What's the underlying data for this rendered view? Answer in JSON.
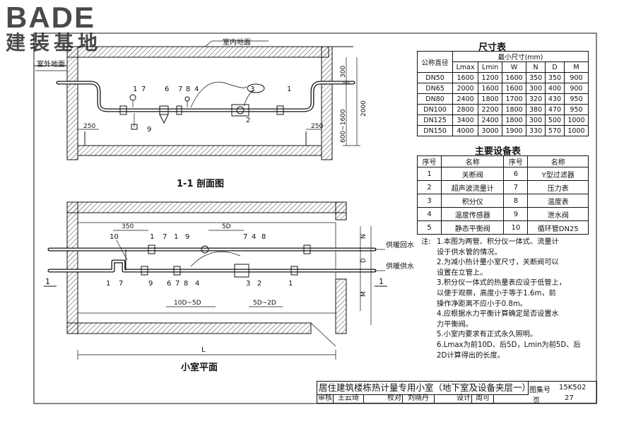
{
  "logo": {
    "brand": "BADE",
    "subtitle": "建装基地"
  },
  "section": {
    "title": "1-1 剖面图",
    "indoor_floor": "室内地面",
    "outdoor_floor": "室外地面",
    "dim_250_left": "250",
    "dim_250_right": "250",
    "dim_300": "300",
    "dim_600_1600": "600~1600",
    "dim_2000": "2000",
    "callouts": [
      "1",
      "7",
      "6",
      "7",
      "8",
      "4",
      "3",
      "1",
      "2",
      "9"
    ]
  },
  "plan": {
    "title": "小室平面",
    "return_label": "供暖回水",
    "supply_label": "供暖供水",
    "dim_350": "350",
    "dim_5D": "5D",
    "dim_10D_5D": "10D~5D",
    "dim_5D_2D": "5D~2D",
    "dim_L": "L",
    "dim_N": "N",
    "dim_D": "D",
    "dim_M": "M",
    "section_mark": "1",
    "callouts_top": [
      "10",
      "1",
      "7",
      "1",
      "9",
      "7",
      "4",
      "8"
    ],
    "callouts_bottom": [
      "1",
      "7",
      "9",
      "6",
      "7",
      "8",
      "4",
      "3",
      "2",
      "1"
    ]
  },
  "size_table": {
    "title": "尺寸表",
    "corner": "公称直径",
    "group_header": "最小尺寸(mm)",
    "columns": [
      "Lmax",
      "Lmin",
      "W",
      "N",
      "D",
      "M"
    ],
    "rows": [
      [
        "DN50",
        "1600",
        "1200",
        "1600",
        "350",
        "350",
        "900"
      ],
      [
        "DN65",
        "2000",
        "1600",
        "1600",
        "300",
        "400",
        "900"
      ],
      [
        "DN80",
        "2400",
        "1800",
        "1700",
        "320",
        "430",
        "950"
      ],
      [
        "DN100",
        "2800",
        "2200",
        "1800",
        "380",
        "470",
        "950"
      ],
      [
        "DN125",
        "3400",
        "2400",
        "1800",
        "300",
        "500",
        "1000"
      ],
      [
        "DN150",
        "4000",
        "3000",
        "1900",
        "330",
        "570",
        "1000"
      ]
    ]
  },
  "equipment_table": {
    "title": "主要设备表",
    "headers": [
      "序号",
      "名称",
      "序号",
      "名称"
    ],
    "rows": [
      [
        "1",
        "关断阀",
        "6",
        "Y型过滤器"
      ],
      [
        "2",
        "超声波流量计",
        "7",
        "压力表"
      ],
      [
        "3",
        "积分仪",
        "8",
        "温度表"
      ],
      [
        "4",
        "温度传感器",
        "9",
        "泄水阀"
      ],
      [
        "5",
        "静态平衡阀",
        "10",
        "循环管DN25"
      ]
    ]
  },
  "notes": {
    "label": "注:",
    "lines": [
      "1.本图为两管、积分仪一体式、流量计",
      "  设于供水管的情况。",
      "2.为减小热计量小室尺寸，关断阀可以",
      "  设置在立管上。",
      "3.积分仪一体式的热量表应设于低管上，",
      "  以便于观察，高度小于等于1.6m，前",
      "  操作净距离不应小于0.8m。",
      "4.应根据水力平衡计算确定是否设置水",
      "  力平衡阀。",
      "5.小室内要求有正式永久照明。",
      "6.Lmax为前10D、后5D，Lmin为前5D、后",
      "  2D计算得出的长度。"
    ]
  },
  "title_block": {
    "title": "居住建筑楼栋热计量专用小室（地下室及设备夹层一）",
    "atlas_label": "图集号",
    "atlas_no": "15K502",
    "review_label": "审核",
    "reviewer": "王云琦",
    "check_label": "校对",
    "checker": "刘晓丹",
    "design_label": "设计",
    "designer": "周可",
    "page_label": "页",
    "page_no": "27"
  }
}
